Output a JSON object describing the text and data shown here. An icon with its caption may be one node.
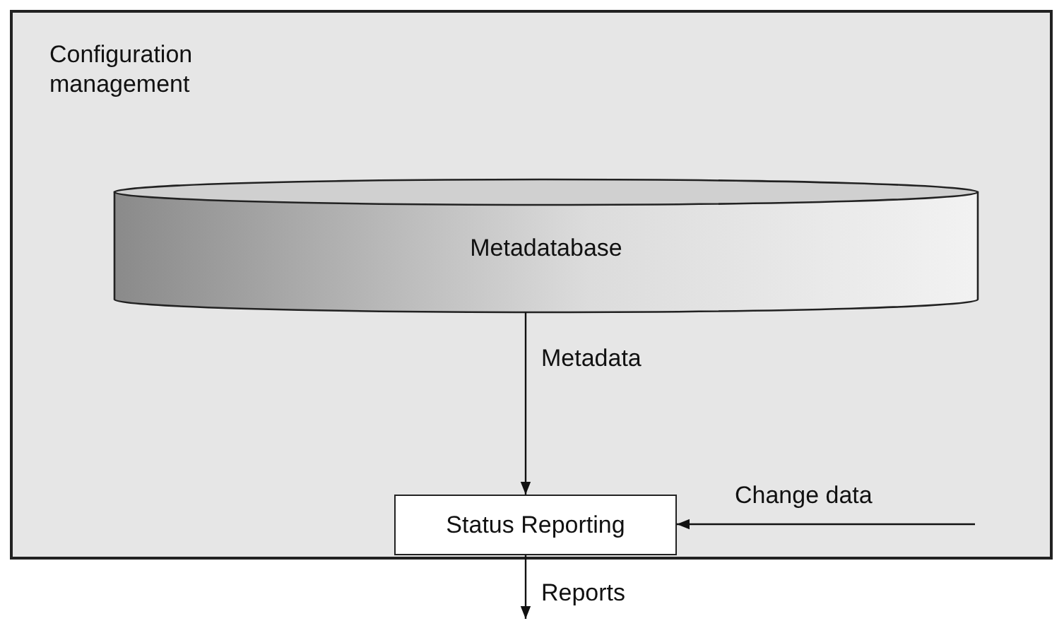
{
  "diagram": {
    "nodes": [
      {
        "text": [
          "Configuration management"
        ]
      },
      {
        "text": [
          "Metadatabase"
        ],
        "in": 0
      },
      {
        "text": [
          "Status Reporting"
        ],
        "in": 0
      }
    ],
    "edges": [
      {
        "from": 1,
        "to": 2,
        "arrow": "to",
        "label": "Metadata"
      },
      {
        "from": null,
        "to": 2,
        "arrow": "to",
        "label": "Change data"
      },
      {
        "from": 2,
        "to": null,
        "arrow": "to",
        "label": "Reports"
      }
    ]
  }
}
